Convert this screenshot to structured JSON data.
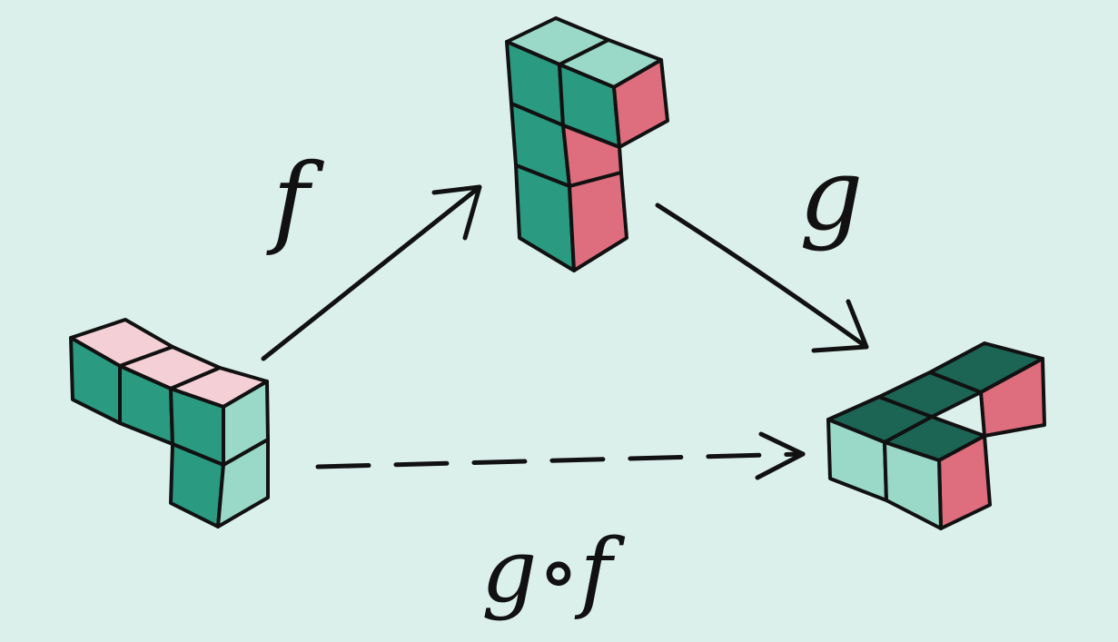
{
  "background": "#dcf0eb",
  "palette": {
    "dark_green": "#2a9a80",
    "light_teal": "#9ad8c7",
    "pink_light": "#f4d0d6",
    "pink": "#de6e7d",
    "darkest_green": "#1c6454",
    "ink": "#111111"
  },
  "labels": {
    "f": "f",
    "g": "g",
    "gf": "g∘f"
  },
  "arrows": [
    {
      "name": "f",
      "style": "solid"
    },
    {
      "name": "g",
      "style": "solid"
    },
    {
      "name": "g∘f",
      "style": "dashed"
    }
  ],
  "icons": [
    "l-block-source-icon",
    "l-block-middle-icon",
    "l-block-target-icon"
  ]
}
